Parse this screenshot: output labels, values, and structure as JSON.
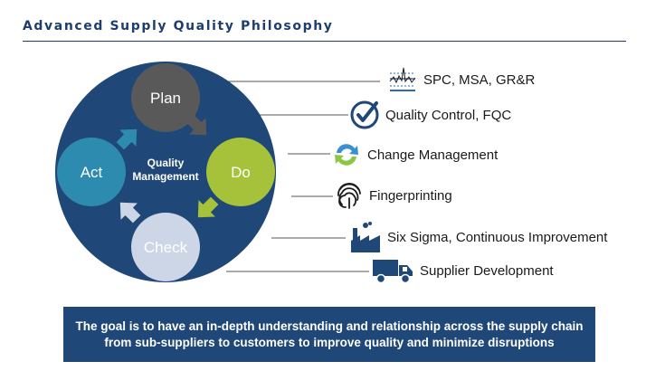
{
  "header": {
    "title": "Advanced Supply Quality Philosophy"
  },
  "cycle": {
    "center_line1": "Quality",
    "center_line2": "Management",
    "plan": "Plan",
    "do": "Do",
    "check": "Check",
    "act": "Act"
  },
  "items": [
    {
      "label": "SPC, MSA, GR&R",
      "icon": "spc-chart-icon"
    },
    {
      "label": "Quality Control, FQC",
      "icon": "checkmark-circle-icon"
    },
    {
      "label": "Change Management",
      "icon": "refresh-arrows-icon"
    },
    {
      "label": "Fingerprinting",
      "icon": "fingerprint-icon"
    },
    {
      "label": "Six Sigma, Continuous Improvement",
      "icon": "factory-icon"
    },
    {
      "label": "Supplier Development",
      "icon": "truck-icon"
    }
  ],
  "banner": {
    "line1": "The goal is to have an in-depth understanding and relationship across the supply chain",
    "line2": "from sub-suppliers to customers to improve quality and minimize disruptions"
  },
  "colors": {
    "navy": "#1f4778",
    "plan": "#595959",
    "do": "#a5c23a",
    "check": "#cdd6e6",
    "act": "#2e8bb0",
    "arrow": "#595959",
    "accent": "#1e3f6e"
  }
}
